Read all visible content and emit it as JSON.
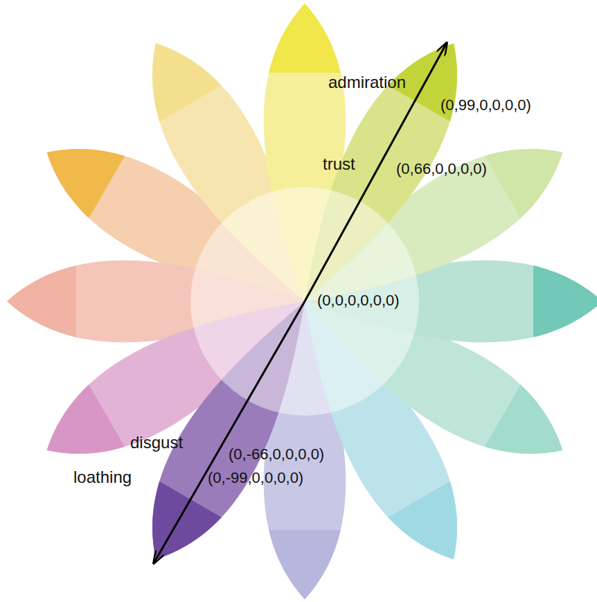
{
  "diagram": {
    "labels": [
      "admiration",
      "(0,99,0,0,0,0)",
      "trust",
      "(0,66,0,0,0,0)",
      "(0,0,0,0,0,0)",
      "disgust",
      "(0,-66,0,0,0,0)",
      "loathing",
      "(0,-99,0,0,0,0)"
    ]
  }
}
